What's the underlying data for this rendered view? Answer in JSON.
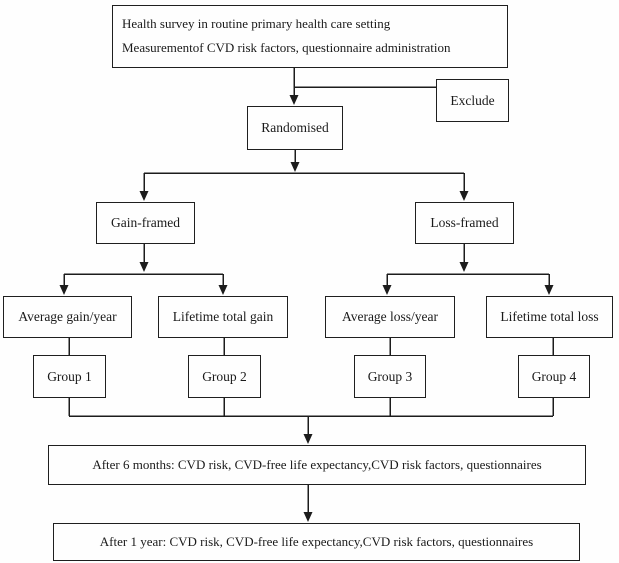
{
  "nodes": {
    "intro_line1": "Health survey in routine primary health care setting",
    "intro_line2": "Measurementof CVD risk factors, questionnaire administration",
    "exclude": "Exclude",
    "randomised": "Randomised",
    "gain_framed": "Gain-framed",
    "loss_framed": "Loss-framed",
    "average_gain": "Average gain/year",
    "lifetime_gain": "Lifetime total gain",
    "average_loss": "Average loss/year",
    "lifetime_loss": "Lifetime total loss",
    "group_1": "Group 1",
    "group_2": "Group 2",
    "group_3": "Group 3",
    "group_4": "Group 4",
    "followup_6_months": "After 6 months: CVD risk, CVD-free life expectancy,CVD risk factors, questionnaires",
    "followup_1_year": "After 1 year: CVD risk, CVD-free life expectancy,CVD risk factors, questionnaires"
  },
  "edges": [
    {
      "from": "intro",
      "to": "randomised",
      "arrow": true
    },
    {
      "from": "intro",
      "to": "exclude",
      "arrow": false
    },
    {
      "from": "randomised",
      "to": "gain_framed",
      "arrow": true
    },
    {
      "from": "randomised",
      "to": "loss_framed",
      "arrow": true
    },
    {
      "from": "gain_framed",
      "to": "average_gain",
      "arrow": true
    },
    {
      "from": "gain_framed",
      "to": "lifetime_gain",
      "arrow": true
    },
    {
      "from": "loss_framed",
      "to": "average_loss",
      "arrow": true
    },
    {
      "from": "loss_framed",
      "to": "lifetime_loss",
      "arrow": true
    },
    {
      "from": "average_gain",
      "to": "group_1",
      "arrow": false
    },
    {
      "from": "lifetime_gain",
      "to": "group_2",
      "arrow": false
    },
    {
      "from": "average_loss",
      "to": "group_3",
      "arrow": false
    },
    {
      "from": "lifetime_loss",
      "to": "group_4",
      "arrow": false
    },
    {
      "from": "group_1",
      "to": "followup_6_months",
      "arrow": true
    },
    {
      "from": "group_2",
      "to": "followup_6_months",
      "arrow": true
    },
    {
      "from": "group_3",
      "to": "followup_6_months",
      "arrow": true
    },
    {
      "from": "group_4",
      "to": "followup_6_months",
      "arrow": true
    },
    {
      "from": "followup_6_months",
      "to": "followup_1_year",
      "arrow": true
    }
  ],
  "colors": {
    "background": "#fefefe",
    "line": "#1c1c1c",
    "box_border": "#1f1f1f",
    "text": "#1a1a1a"
  }
}
